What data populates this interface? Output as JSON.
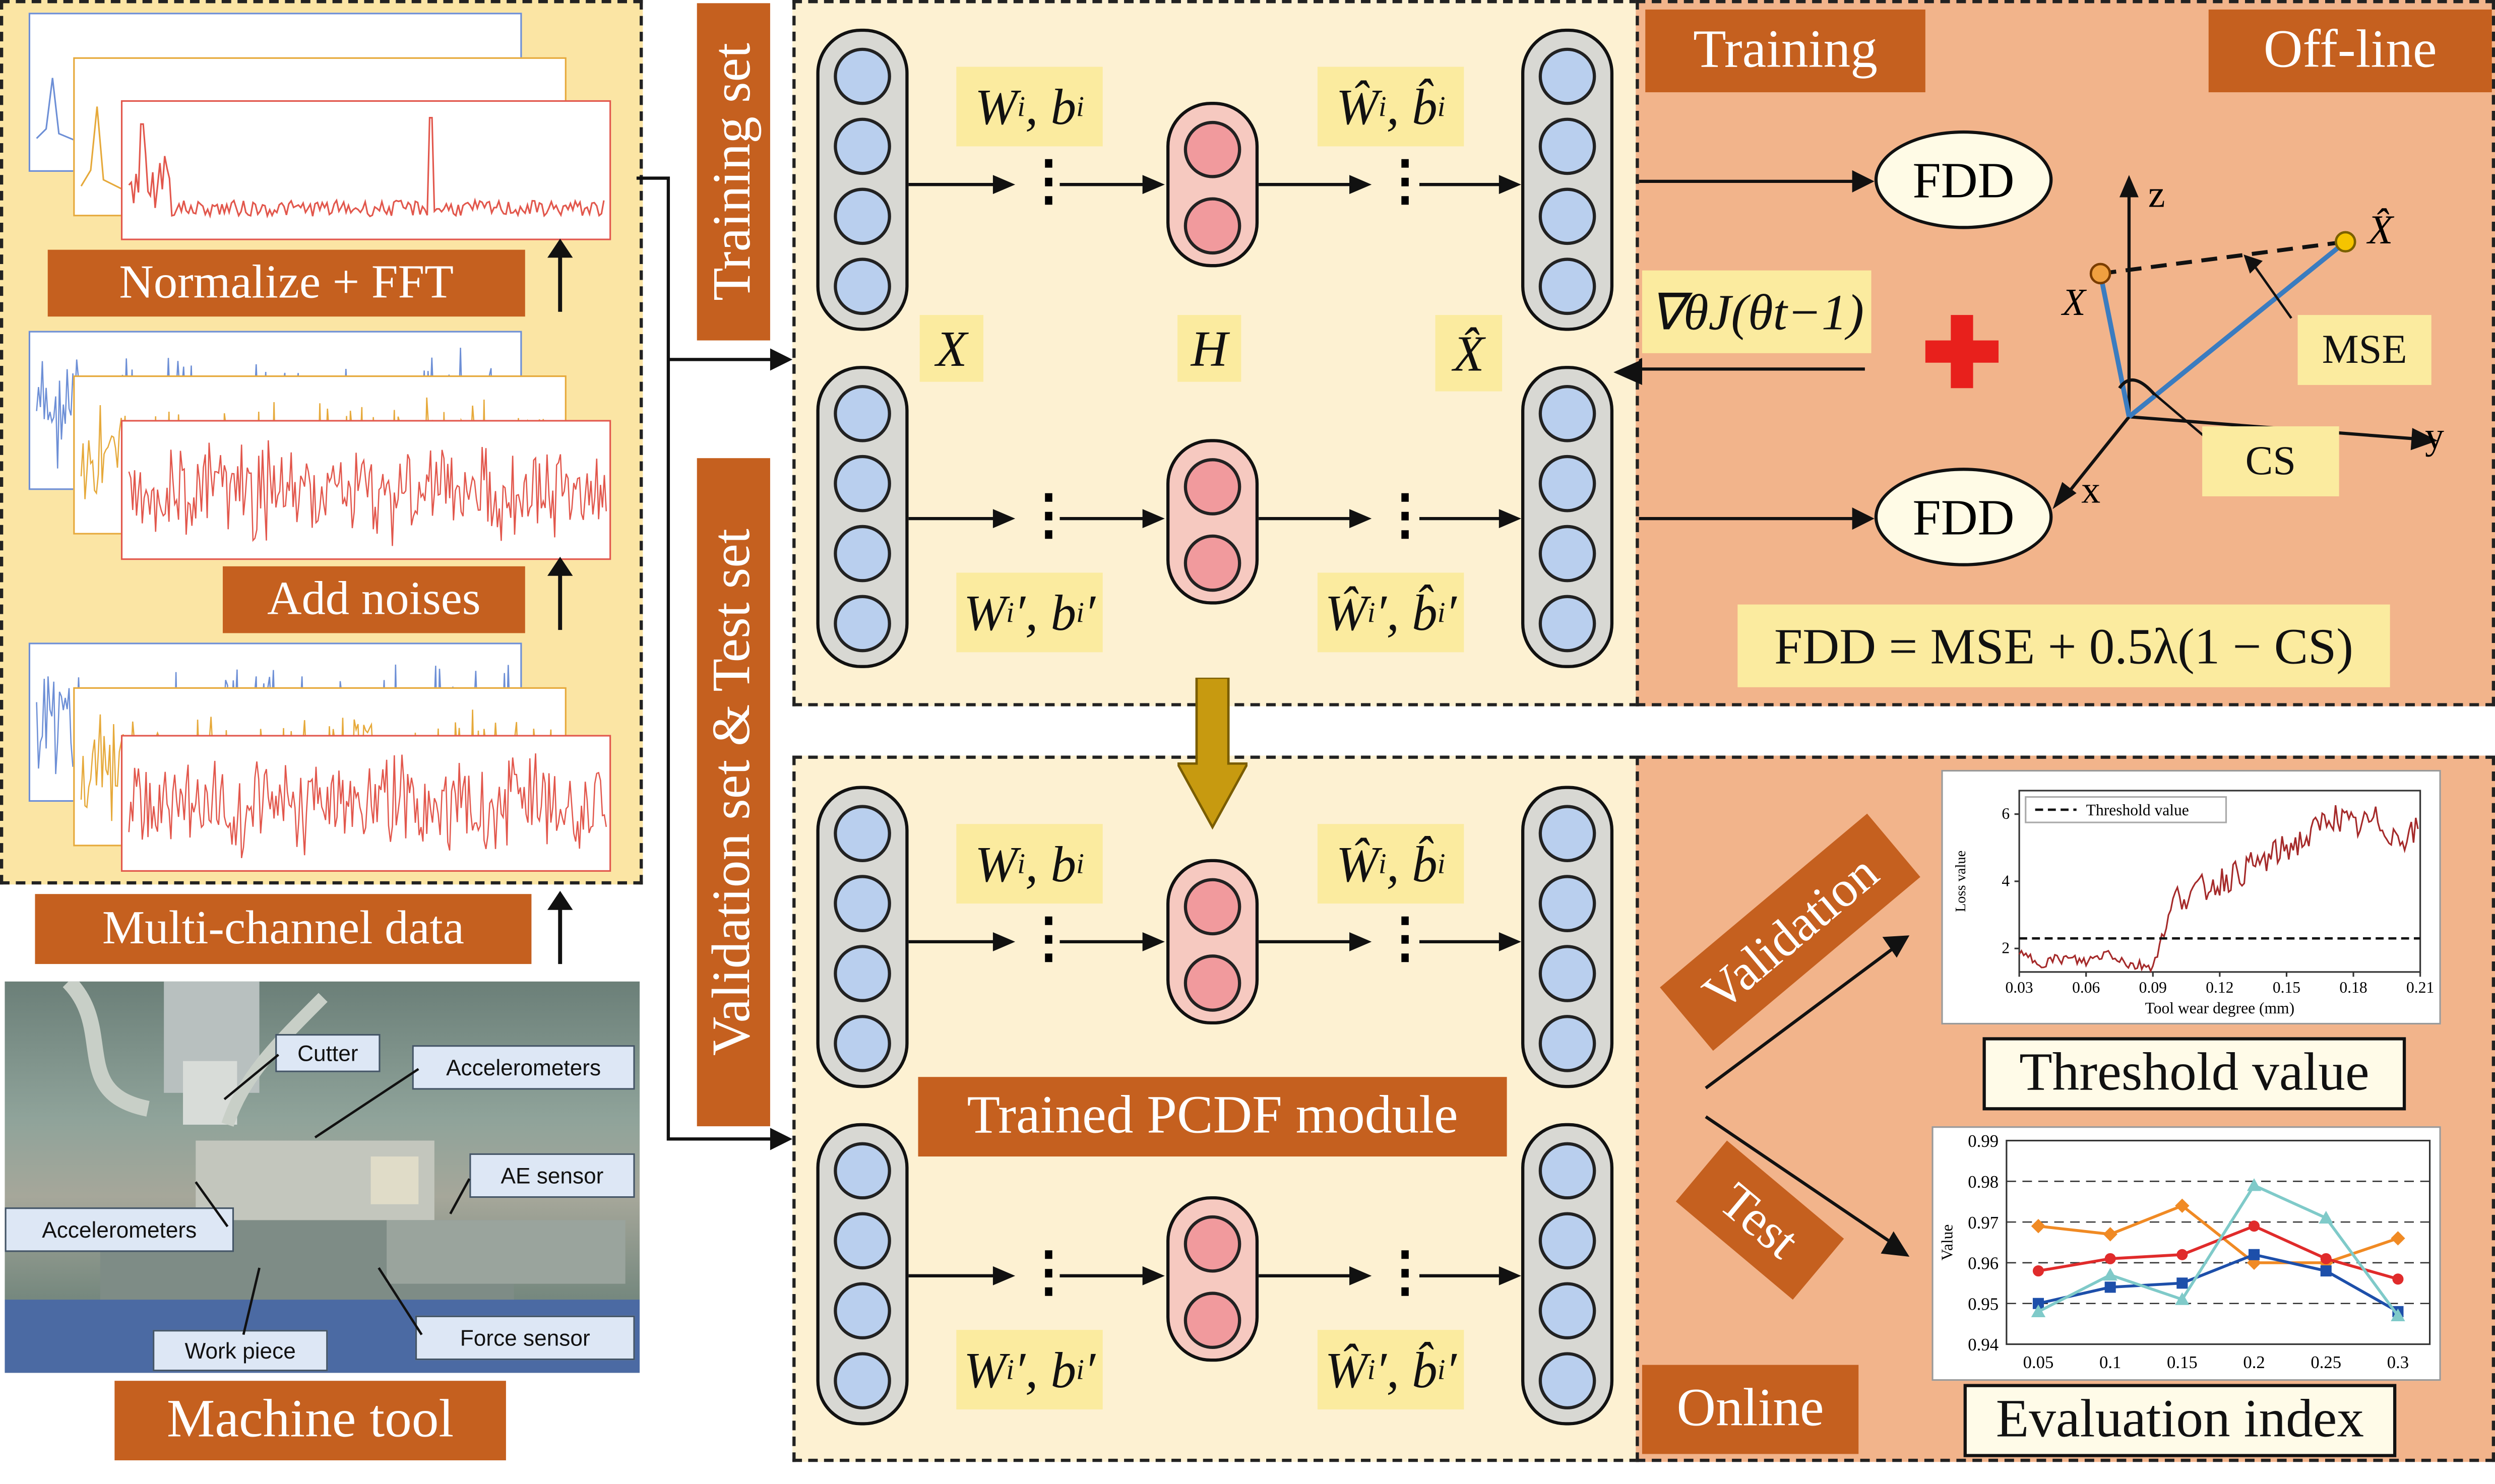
{
  "left_panel": {
    "normalize_label": "Normalize + FFT",
    "noise_label": "Add noises",
    "multichannel_label": "Multi-channel data",
    "machine_label": "Machine tool",
    "photo_labels": {
      "cutter": "Cutter",
      "accelerometers_top": "Accelerometers",
      "ae_sensor": "AE sensor",
      "accelerometers_left": "Accelerometers",
      "force_sensor": "Force sensor",
      "work_piece": "Work piece"
    }
  },
  "vertical_labels": {
    "training_set": "Training set",
    "validation_test": "Validation set & Test set"
  },
  "network": {
    "w_b": "W",
    "w_hat_b_hat": "Ŵ",
    "x": "X",
    "h": "H",
    "x_hat": "X̂",
    "dots": "⋮",
    "trained_module": "Trained PCDF module"
  },
  "offline": {
    "training_label": "Training",
    "offline_label": "Off-line",
    "fdd_top": "FDD",
    "fdd_bottom": "FDD",
    "gradient": "∇θJ(θt−1)",
    "plus": "+",
    "mse_label": "MSE",
    "cs_label": "CS",
    "axis_z": "z",
    "axis_y": "y",
    "axis_x": "x",
    "point_x": "X",
    "point_x_hat": "X̂",
    "formula": "FDD = MSE + 0.5λ(1 − CS)"
  },
  "online": {
    "validation_label": "Validation",
    "test_label": "Test",
    "online_label": "Online",
    "threshold_caption": "Threshold value",
    "evaluation_caption": "Evaluation index"
  },
  "chart_data": [
    {
      "type": "line",
      "title": "",
      "xlabel": "Tool wear degree (mm)",
      "ylabel": "Loss value",
      "xlim": [
        0.03,
        0.21
      ],
      "ylim": [
        1.3,
        6.7
      ],
      "xticks": [
        "0.03",
        "0.06",
        "0.09",
        "0.12",
        "0.15",
        "0.18",
        "0.21"
      ],
      "yticks": [
        "2",
        "4",
        "6"
      ],
      "legend": [
        "Threshold value"
      ],
      "legend_position": "top-left",
      "threshold": 2.3,
      "series": [
        {
          "x": [
            0.03,
            0.04,
            0.05,
            0.06,
            0.07,
            0.08,
            0.09,
            0.1,
            0.11,
            0.12,
            0.13,
            0.14,
            0.15,
            0.16,
            0.17,
            0.18,
            0.19,
            0.2,
            0.21
          ],
          "values": [
            1.8,
            1.6,
            1.7,
            1.6,
            1.9,
            1.5,
            1.5,
            3.5,
            3.7,
            4.0,
            4.3,
            4.6,
            5.0,
            5.3,
            6.0,
            5.6,
            5.8,
            5.3,
            5.5
          ],
          "color": "#a52a2a"
        }
      ]
    },
    {
      "type": "line",
      "title": "",
      "xlabel": "",
      "ylabel": "Value",
      "ylim": [
        0.94,
        0.99
      ],
      "categories": [
        "0.05",
        "0.1",
        "0.15",
        "0.2",
        "0.25",
        "0.3"
      ],
      "yticks": [
        "0.94",
        "0.95",
        "0.96",
        "0.97",
        "0.98",
        "0.99"
      ],
      "dashed_gridlines": [
        0.95,
        0.96,
        0.97,
        0.98
      ],
      "series": [
        {
          "values": [
            0.969,
            0.967,
            0.974,
            0.96,
            0.96,
            0.966
          ],
          "color": "#f08a24",
          "marker": "diamond"
        },
        {
          "values": [
            0.958,
            0.961,
            0.962,
            0.969,
            0.961,
            0.956
          ],
          "color": "#e02b2b",
          "marker": "circle"
        },
        {
          "values": [
            0.95,
            0.954,
            0.955,
            0.962,
            0.958,
            0.948
          ],
          "color": "#1d4faa",
          "marker": "square"
        },
        {
          "values": [
            0.948,
            0.957,
            0.951,
            0.979,
            0.971,
            0.947
          ],
          "color": "#7fcac9",
          "marker": "triangle"
        }
      ]
    }
  ],
  "colors": {
    "panel_yellow": "#fbe5a4",
    "panel_cream": "#fdf1d2",
    "panel_salmon": "#f2b48b",
    "label_brown": "#c5601f",
    "label_yellow": "#fbeb9f",
    "red_cross": "#e8201c",
    "down_arrow": "#c79a10"
  }
}
